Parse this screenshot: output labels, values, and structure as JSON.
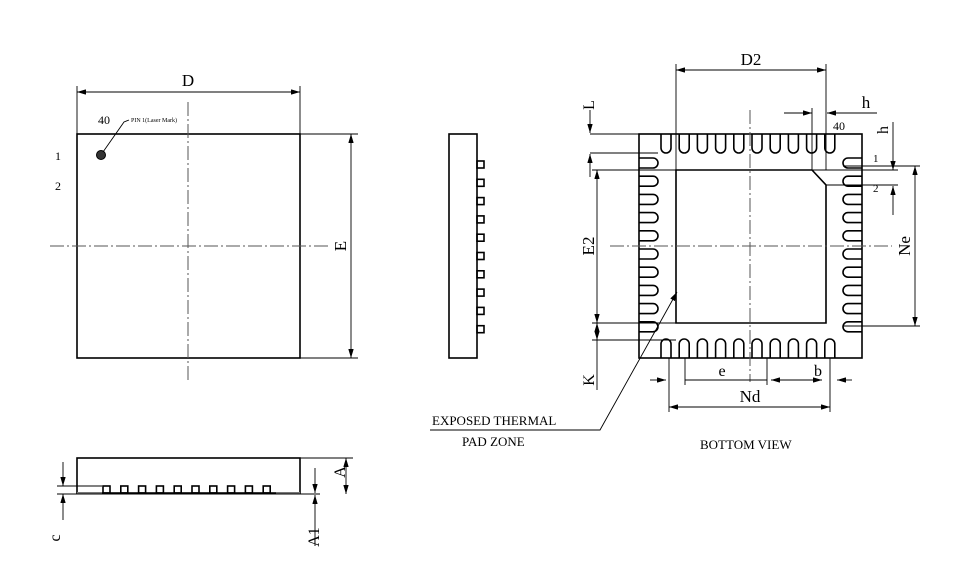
{
  "top_view": {
    "dim_width": "D",
    "dim_height": "E",
    "pin_last": "40",
    "pin1_note": "PIN 1(Laser Mark)",
    "pin1": "1",
    "pin2": "2"
  },
  "side_view": {
    "dim_c": "c",
    "dim_a": "A",
    "dim_a1": "A1"
  },
  "bottom_view": {
    "dim_d2": "D2",
    "dim_l": "L",
    "dim_h_top": "h",
    "dim_h_side": "h",
    "pin_last": "40",
    "pin1": "1",
    "pin2": "2",
    "dim_e2": "E2",
    "dim_ne": "Ne",
    "dim_k": "K",
    "dim_e": "e",
    "dim_b": "b",
    "dim_nd": "Nd",
    "pad_note_line1": "EXPOSED THERMAL",
    "pad_note_line2": "PAD ZONE",
    "title": "BOTTOM VIEW"
  }
}
